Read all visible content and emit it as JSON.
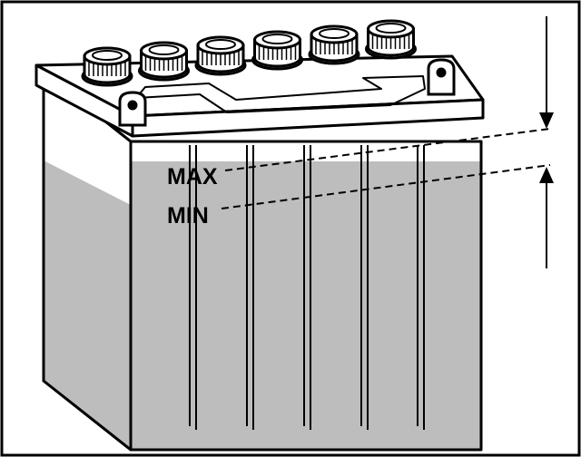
{
  "labels": {
    "max": "MAX",
    "min": "MIN"
  },
  "diagram": {
    "subject": "battery-electrolyte-level",
    "cell_caps": 6,
    "colors": {
      "stroke": "#000000",
      "body": "#ffffff",
      "electrolyte": "#bdbdbd"
    }
  }
}
